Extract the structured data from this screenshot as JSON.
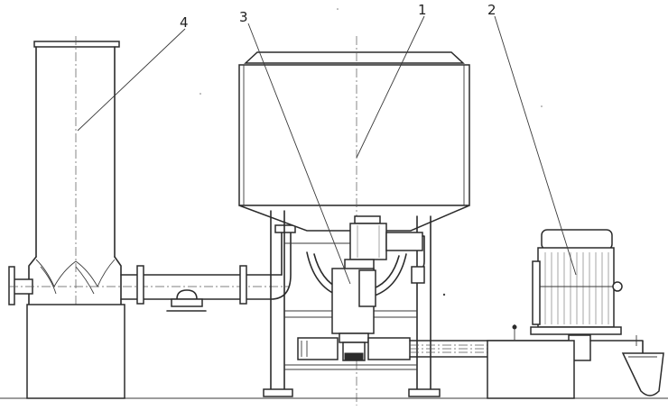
{
  "callouts": [
    {
      "id": "1",
      "text": "1"
    },
    {
      "id": "2",
      "text": "2"
    },
    {
      "id": "3",
      "text": "3"
    },
    {
      "id": "4",
      "text": "4"
    }
  ],
  "colors": {
    "line": "#2b2b2b",
    "background": "#ffffff"
  }
}
